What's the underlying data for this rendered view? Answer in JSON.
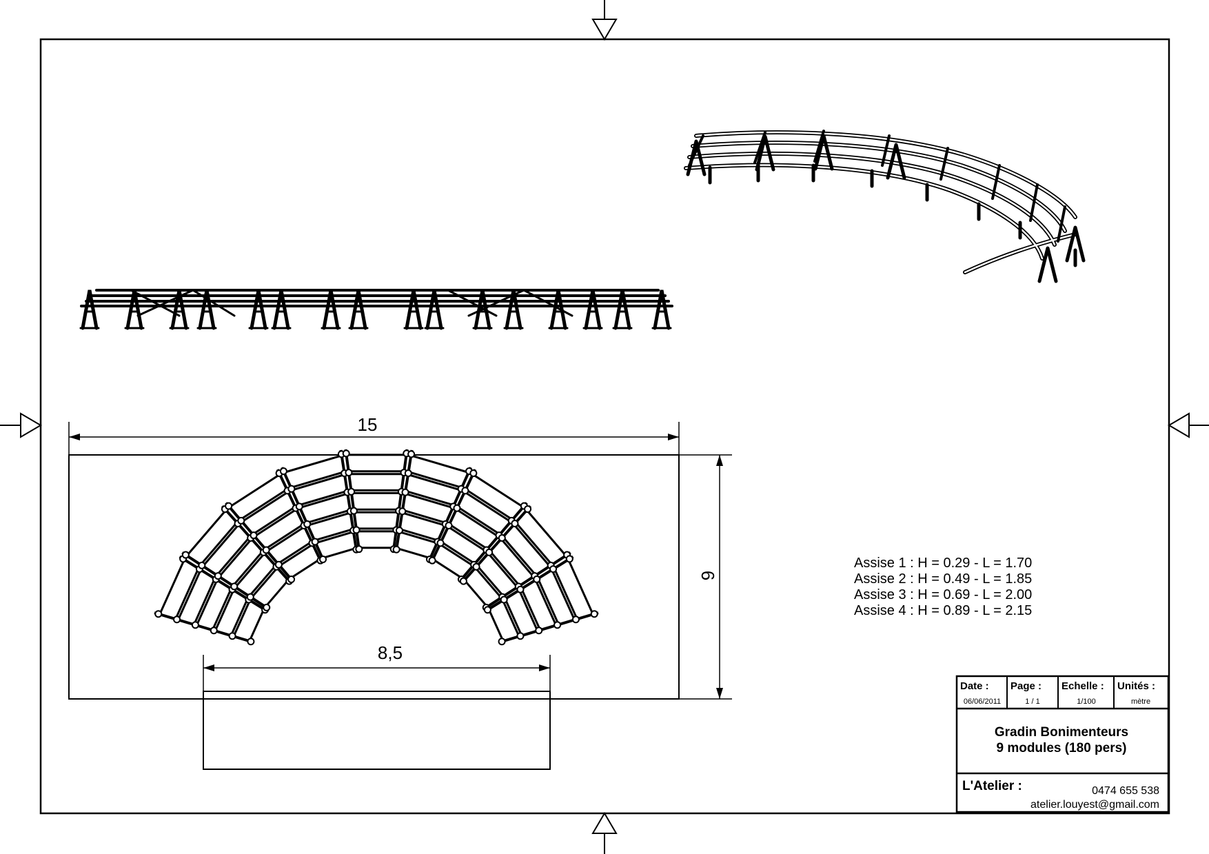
{
  "dimensions": {
    "width": "15",
    "height": "6",
    "stage_width": "8,5"
  },
  "assises": [
    "Assise 1 : H = 0.29 - L = 1.70",
    "Assise 2 : H = 0.49 - L = 1.85",
    "Assise 3 : H = 0.69 - L = 2.00",
    "Assise 4 : H = 0.89 - L = 2.15"
  ],
  "title_block": {
    "date_label": "Date :",
    "date_value": "06/06/2011",
    "page_label": "Page :",
    "page_value": "1  /  1",
    "scale_label": "Echelle :",
    "scale_value": "1/100",
    "units_label": "Unités :",
    "units_value": "mètre",
    "title_line1": "Gradin Bonimenteurs",
    "title_line2": "9 modules (180 pers)",
    "company": "L'Atelier :",
    "phone": "0474 655 538",
    "email": "atelier.louyest@gmail.com"
  },
  "colors": {
    "ink": "#000000",
    "paper": "#ffffff"
  }
}
